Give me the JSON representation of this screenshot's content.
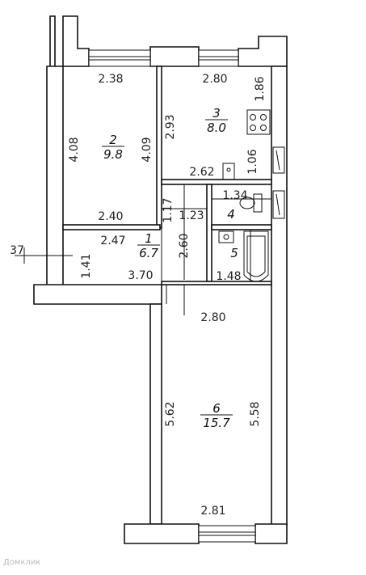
{
  "rooms": [
    {
      "number": "2",
      "area": "9.8"
    },
    {
      "number": "3",
      "area": "8.0"
    },
    {
      "number": "1",
      "area": "6.7"
    },
    {
      "number": "4",
      "area": ""
    },
    {
      "number": "5",
      "area": ""
    },
    {
      "number": "6",
      "area": "15.7"
    }
  ],
  "dims": {
    "r2_top": "2.38",
    "r2_left": "4.08",
    "r2_right": "4.09",
    "r2_bottom": "2.40",
    "r3_top": "2.80",
    "r3_right_upper": "1.86",
    "r3_left": "2.93",
    "r3_right_lower": "1.06",
    "r3_bottom": "2.62",
    "r4_top": "1.34",
    "r4_left": "1.23",
    "hall_upper": "1.17",
    "r1_top": "2.47",
    "r1_left": "1.41",
    "r1_height": "2.60",
    "r1_bottom": "3.70",
    "r5_bottom": "1.48",
    "r6_top": "2.80",
    "r6_left": "5.62",
    "r6_right": "5.58",
    "r6_bottom": "2.81",
    "cut_left": "37"
  },
  "watermark": "Домклик",
  "colors": {
    "line": "#111111",
    "background": "#ffffff"
  },
  "icons": [
    "stove-icon",
    "radiator-icon",
    "toilet-icon",
    "sink-icon",
    "bathtub-icon",
    "door-icon"
  ]
}
